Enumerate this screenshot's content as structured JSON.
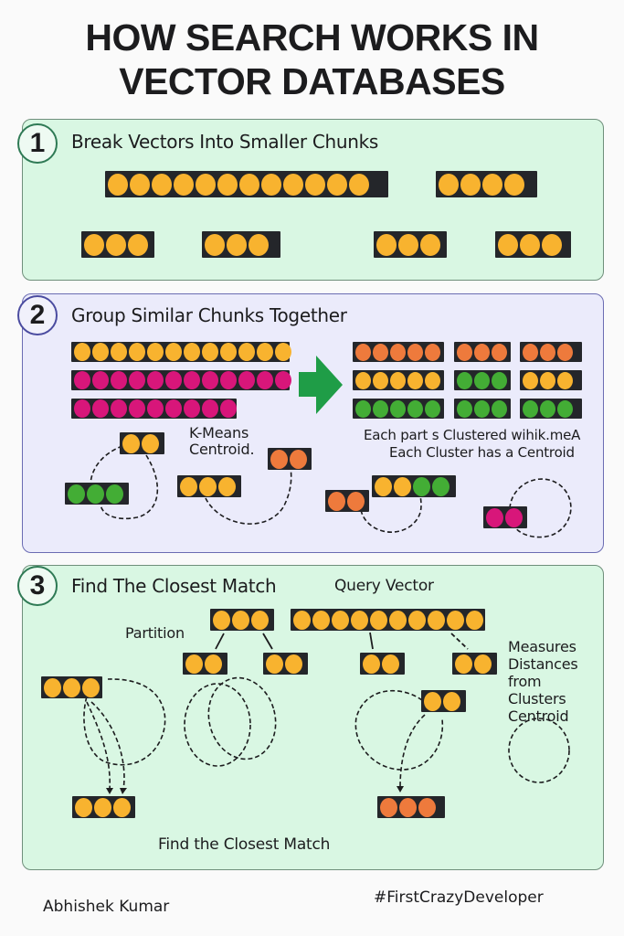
{
  "title": {
    "line1": "HOW SEARCH WORKS IN",
    "line2": "VECTOR DATABASES"
  },
  "colors": {
    "yellow": "#f8b32f",
    "pink": "#d8167a",
    "orange": "#ee7a3c",
    "green": "#43ad35",
    "vector_bg": "#24262a",
    "arrow": "#1f9d47"
  },
  "step1": {
    "number": "1",
    "heading": "Break Vectors Into Smaller Chunks",
    "vectors": [
      {
        "id": "full-vector",
        "colors": [
          "yellow",
          "yellow",
          "yellow",
          "yellow",
          "yellow",
          "yellow",
          "yellow",
          "yellow",
          "yellow",
          "yellow",
          "yellow",
          "yellow"
        ]
      },
      {
        "id": "chunk-top-right",
        "colors": [
          "yellow",
          "yellow",
          "yellow",
          "yellow"
        ]
      },
      {
        "id": "chunk-1",
        "colors": [
          "yellow",
          "yellow",
          "yellow"
        ]
      },
      {
        "id": "chunk-2",
        "colors": [
          "yellow",
          "yellow",
          "yellow"
        ]
      },
      {
        "id": "chunk-3",
        "colors": [
          "yellow",
          "yellow",
          "yellow"
        ]
      },
      {
        "id": "chunk-4",
        "colors": [
          "yellow",
          "yellow",
          "yellow"
        ]
      }
    ]
  },
  "step2": {
    "number": "2",
    "heading": "Group Similar Chunks Together",
    "input_vectors": [
      {
        "id": "input-yellow",
        "colors": [
          "yellow",
          "yellow",
          "yellow",
          "yellow",
          "yellow",
          "yellow",
          "yellow",
          "yellow",
          "yellow",
          "yellow",
          "yellow",
          "yellow"
        ]
      },
      {
        "id": "input-pink-long",
        "colors": [
          "pink",
          "pink",
          "pink",
          "pink",
          "pink",
          "pink",
          "pink",
          "pink",
          "pink",
          "pink",
          "pink",
          "pink"
        ]
      },
      {
        "id": "input-pink-short",
        "colors": [
          "pink",
          "pink",
          "pink",
          "pink",
          "pink",
          "pink",
          "pink",
          "pink",
          "pink"
        ]
      }
    ],
    "grouped_grid": [
      [
        {
          "colors": [
            "orange",
            "orange",
            "orange",
            "orange",
            "orange"
          ]
        },
        {
          "colors": [
            "orange",
            "orange",
            "orange"
          ]
        },
        {
          "colors": [
            "orange",
            "orange",
            "orange"
          ]
        }
      ],
      [
        {
          "colors": [
            "yellow",
            "yellow",
            "yellow",
            "yellow",
            "yellow"
          ]
        },
        {
          "colors": [
            "green",
            "green",
            "green"
          ]
        },
        {
          "colors": [
            "yellow",
            "yellow",
            "yellow"
          ]
        }
      ],
      [
        {
          "colors": [
            "green",
            "green",
            "green",
            "green",
            "green"
          ]
        },
        {
          "colors": [
            "green",
            "green",
            "green"
          ]
        },
        {
          "colors": [
            "green",
            "green",
            "green"
          ]
        }
      ]
    ],
    "kmeans_label_line1": "K-Means",
    "kmeans_label_line2": "Centroid.",
    "cluster_note_line1": "Each part s Clustered wihik.meA",
    "cluster_note_line2": "Each Cluster has a Centroid",
    "cluster_vectors": [
      {
        "id": "c-yellow-2",
        "colors": [
          "yellow",
          "yellow"
        ]
      },
      {
        "id": "c-green-3",
        "colors": [
          "green",
          "green",
          "green"
        ]
      },
      {
        "id": "c-yellow-3",
        "colors": [
          "yellow",
          "yellow",
          "yellow"
        ]
      },
      {
        "id": "c-orange-2a",
        "colors": [
          "orange",
          "orange"
        ]
      },
      {
        "id": "c-orange-2b",
        "colors": [
          "orange",
          "orange"
        ]
      },
      {
        "id": "c-mixed-4",
        "colors": [
          "yellow",
          "yellow",
          "green",
          "green"
        ]
      },
      {
        "id": "c-pink-2",
        "colors": [
          "pink",
          "pink"
        ]
      }
    ]
  },
  "step3": {
    "number": "3",
    "heading": "Find The Closest Match",
    "query_vector_label": "Query Vector",
    "partition_label": "Partition",
    "measures_label": [
      "Measures",
      "Distances",
      "from",
      "Clusters",
      "Centroid"
    ],
    "result_label": "Find the Closest Match",
    "vectors": [
      {
        "id": "partition-3",
        "colors": [
          "yellow",
          "yellow",
          "yellow"
        ]
      },
      {
        "id": "query-vector",
        "colors": [
          "yellow",
          "yellow",
          "yellow",
          "yellow",
          "yellow",
          "yellow",
          "yellow",
          "yellow",
          "yellow",
          "yellow"
        ]
      },
      {
        "id": "sub-1",
        "colors": [
          "yellow",
          "yellow"
        ]
      },
      {
        "id": "sub-2",
        "colors": [
          "yellow",
          "yellow"
        ]
      },
      {
        "id": "sub-3",
        "colors": [
          "yellow",
          "yellow"
        ]
      },
      {
        "id": "sub-4",
        "colors": [
          "yellow",
          "yellow"
        ]
      },
      {
        "id": "cluster-left",
        "colors": [
          "yellow",
          "yellow",
          "yellow"
        ]
      },
      {
        "id": "cluster-right",
        "colors": [
          "yellow",
          "yellow"
        ]
      },
      {
        "id": "match-yellow",
        "colors": [
          "yellow",
          "yellow",
          "yellow"
        ]
      },
      {
        "id": "match-orange",
        "colors": [
          "orange",
          "orange",
          "orange"
        ]
      }
    ]
  },
  "footer": {
    "author": "Abhishek Kumar",
    "hashtag": "#FirstCrazyDeveloper"
  }
}
